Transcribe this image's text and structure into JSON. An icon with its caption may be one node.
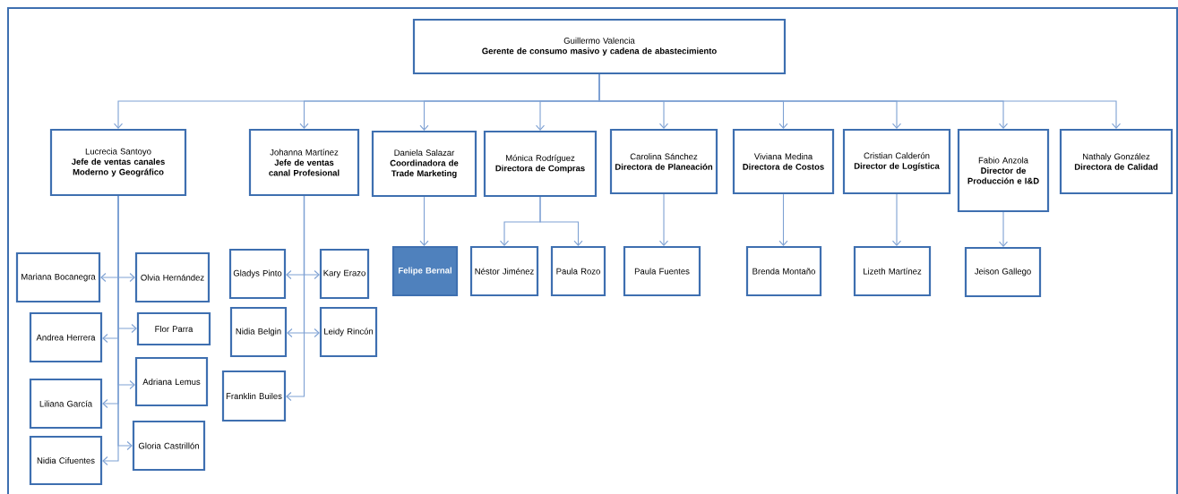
{
  "diagram": {
    "nodes": [
      {
        "text": [
          "Guillermo Valencia",
          "Gerente de consumo masivo y cadena de abastecimiento"
        ]
      },
      {
        "text": [
          "Lucrecia Santoyo",
          "Jefe de ventas canales Moderno y Geográfico"
        ]
      },
      {
        "text": [
          "Johanna Martínez",
          "Jefe de ventas canal Profesional"
        ]
      },
      {
        "text": [
          "Daniela  Salazar",
          "Coordinadora de Trade Marketing"
        ]
      },
      {
        "text": [
          "Mónica Rodríguez",
          "Directora de Compras"
        ]
      },
      {
        "text": [
          "Carolina Sánchez",
          "Directora de Planeación"
        ]
      },
      {
        "text": [
          "Viviana Medina",
          "Directora de Costos"
        ]
      },
      {
        "text": [
          "Cristian Calderón",
          "Director de Logística"
        ]
      },
      {
        "text": [
          "Fabio Anzola",
          "Director de Producción e I&D"
        ]
      },
      {
        "text": [
          "Nathaly González",
          "Directora de Calidad"
        ]
      },
      {
        "text": [
          "Mariana Bocanegra"
        ]
      },
      {
        "text": [
          "Olvia Hernández"
        ]
      },
      {
        "text": [
          "Andrea Herrera"
        ]
      },
      {
        "text": [
          "Flor Parra"
        ]
      },
      {
        "text": [
          "Adriana Lemus"
        ]
      },
      {
        "text": [
          "Liliana García"
        ]
      },
      {
        "text": [
          "Gloria Castrillón"
        ]
      },
      {
        "text": [
          "Nidia Cifuentes"
        ]
      },
      {
        "text": [
          "Gladys Pinto"
        ]
      },
      {
        "text": [
          "Kary Erazo"
        ]
      },
      {
        "text": [
          "Nidia Belgin"
        ]
      },
      {
        "text": [
          "Leidy Rincón"
        ]
      },
      {
        "text": [
          "Franklin Builes"
        ]
      },
      {
        "text": [
          "Felipe Bernal"
        ]
      },
      {
        "text": [
          "Néstor Jiménez"
        ]
      },
      {
        "text": [
          "Paula Rozo"
        ]
      },
      {
        "text": [
          "Paula Fuentes"
        ]
      },
      {
        "text": [
          "Brenda Montaño"
        ]
      },
      {
        "text": [
          "Lizeth Martínez"
        ]
      },
      {
        "text": [
          "Jeison Gallego"
        ]
      }
    ],
    "edges": [
      {
        "from": 0,
        "to": 1,
        "arrow": "to"
      },
      {
        "from": 0,
        "to": 2,
        "arrow": "to"
      },
      {
        "from": 0,
        "to": 3,
        "arrow": "to"
      },
      {
        "from": 0,
        "to": 4,
        "arrow": "to"
      },
      {
        "from": 0,
        "to": 5,
        "arrow": "to"
      },
      {
        "from": 0,
        "to": 6,
        "arrow": "to"
      },
      {
        "from": 0,
        "to": 7,
        "arrow": "to"
      },
      {
        "from": 0,
        "to": 8,
        "arrow": "to"
      },
      {
        "from": 0,
        "to": 9,
        "arrow": "to"
      },
      {
        "from": 1,
        "to": 10,
        "arrow": "to"
      },
      {
        "from": 1,
        "to": 11,
        "arrow": "to"
      },
      {
        "from": 1,
        "to": 12,
        "arrow": "to"
      },
      {
        "from": 1,
        "to": 13,
        "arrow": "to"
      },
      {
        "from": 1,
        "to": 14,
        "arrow": "to"
      },
      {
        "from": 1,
        "to": 15,
        "arrow": "to"
      },
      {
        "from": 1,
        "to": 16,
        "arrow": "to"
      },
      {
        "from": 1,
        "to": 17,
        "arrow": "to"
      },
      {
        "from": 2,
        "to": 18,
        "arrow": "to"
      },
      {
        "from": 2,
        "to": 19,
        "arrow": "to"
      },
      {
        "from": 2,
        "to": 20,
        "arrow": "to"
      },
      {
        "from": 2,
        "to": 21,
        "arrow": "to"
      },
      {
        "from": 2,
        "to": 22,
        "arrow": "to"
      },
      {
        "from": 3,
        "to": 23,
        "arrow": "to"
      },
      {
        "from": 4,
        "to": 24,
        "arrow": "to"
      },
      {
        "from": 4,
        "to": 25,
        "arrow": "to"
      },
      {
        "from": 5,
        "to": 26,
        "arrow": "to"
      },
      {
        "from": 6,
        "to": 27,
        "arrow": "to"
      },
      {
        "from": 7,
        "to": 28,
        "arrow": "to"
      },
      {
        "from": 8,
        "to": 29,
        "arrow": "to"
      }
    ]
  }
}
